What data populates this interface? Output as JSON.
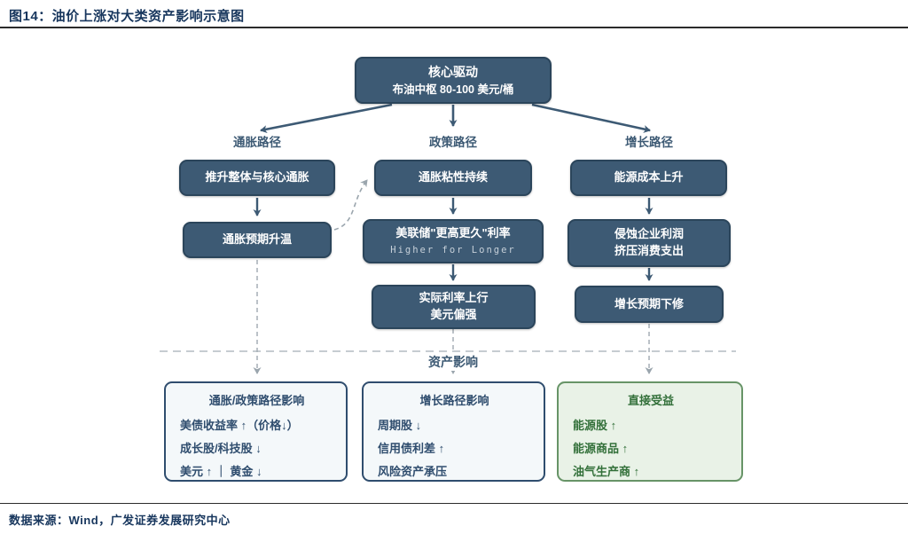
{
  "header": {
    "title": "图14：油价上涨对大类资产影响示意图"
  },
  "footer": {
    "source": "数据来源：Wind，广发证券发展研究中心"
  },
  "colors": {
    "node_fill": "#3D5A74",
    "node_border": "#2B455B",
    "navy_text": "#17365D",
    "blue_panel_bg": "#F4F8FA",
    "blue_panel_border": "#2F4D6E",
    "green_panel_bg": "#E9F2E7",
    "green_panel_border": "#679467",
    "green_text": "#33703A",
    "dashed_line": "#A5AEB5"
  },
  "core": {
    "line1": "核心驱动",
    "line2": "布油中枢 80-100 美元/桶"
  },
  "paths": {
    "inflation": {
      "label": "通胀路径",
      "box1": "推升整体与核心通胀",
      "box2": "通胀预期升温"
    },
    "policy": {
      "label": "政策路径",
      "box1": "通胀粘性持续",
      "box2_line1": "美联储\"更高更久\"利率",
      "box2_line2": "Higher for Longer",
      "box3_line1": "实际利率上行",
      "box3_line2": "美元偏强"
    },
    "growth": {
      "label": "增长路径",
      "box1": "能源成本上升",
      "box2_line1": "侵蚀企业利润",
      "box2_line2": "挤压消费支出",
      "box3": "增长预期下修"
    }
  },
  "section_label": "资产影响",
  "impact_boxes": [
    {
      "title": "通胀/政策路径影响",
      "items": [
        "美债收益率 ↑（价格↓）",
        "成长股/科技股 ↓",
        "美元 ↑ ｜ 黄金 ↓"
      ]
    },
    {
      "title": "增长路径影响",
      "items": [
        "周期股 ↓",
        "信用债利差 ↑",
        "风险资产承压"
      ]
    },
    {
      "title": "直接受益",
      "items": [
        "能源股 ↑",
        "能源商品 ↑",
        "油气生产商 ↑"
      ]
    }
  ]
}
